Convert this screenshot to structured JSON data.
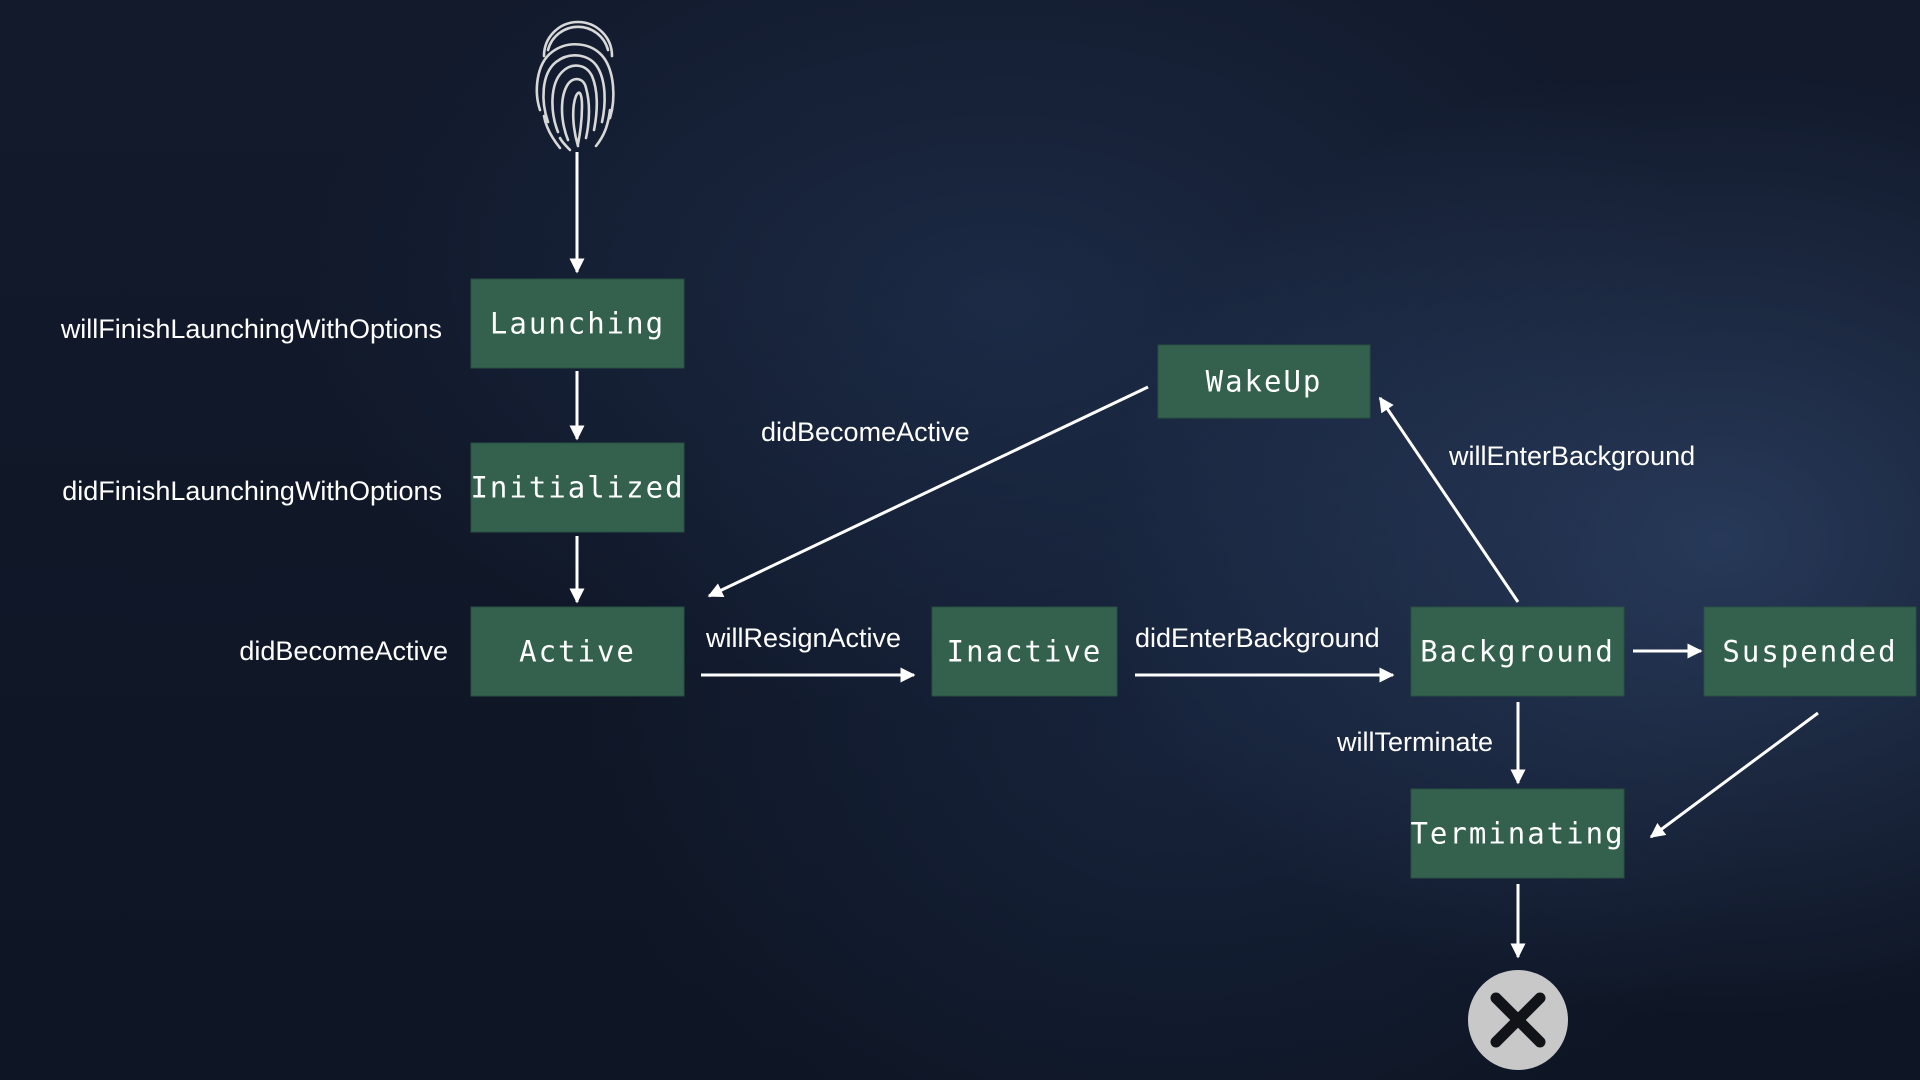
{
  "colors": {
    "state_fill": "#33614e",
    "arrow": "#ffffff",
    "label": "#ffffff",
    "end_marker": "#c8c8c8"
  },
  "icons": {
    "start": "fingerprint-icon",
    "end": "close-icon"
  },
  "states": {
    "launching": "Launching",
    "initialized": "Initialized",
    "active": "Active",
    "inactive": "Inactive",
    "background": "Background",
    "suspended": "Suspended",
    "wakeup": "WakeUp",
    "terminating": "Terminating"
  },
  "labels": {
    "will_finish_launching": "willFinishLaunchingWithOptions",
    "did_finish_launching": "didFinishLaunchingWithOptions",
    "did_become_active_left": "didBecomeActive",
    "will_resign_active": "willResignActive",
    "did_enter_background": "didEnterBackground",
    "did_become_active_wakeup": "didBecomeActive",
    "will_enter_background": "willEnterBackground",
    "will_terminate": "willTerminate"
  }
}
